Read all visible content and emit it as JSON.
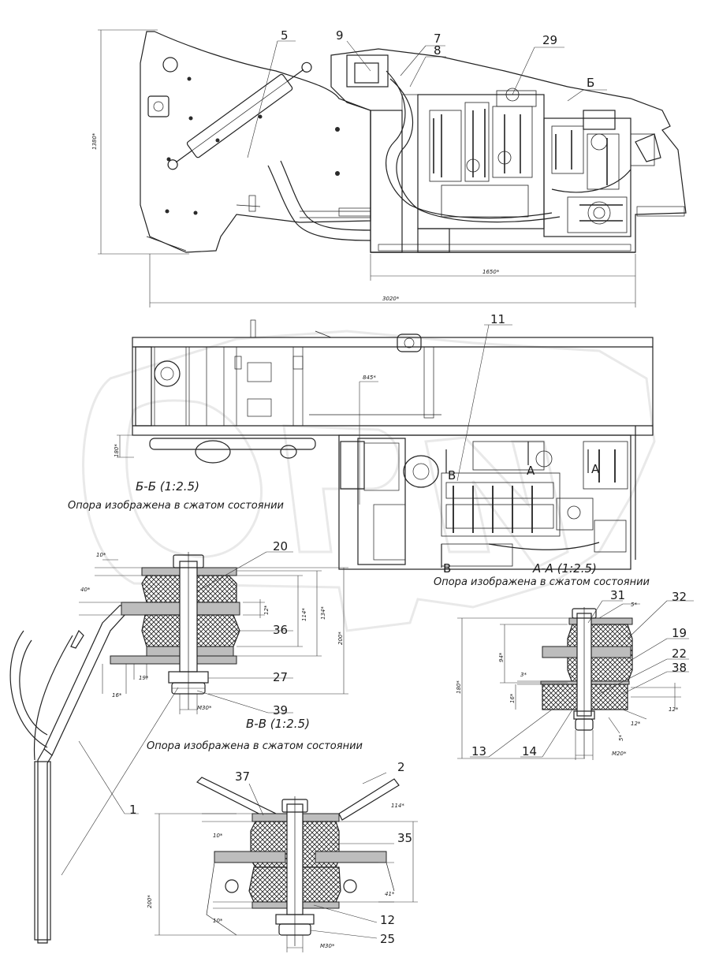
{
  "section_labels": {
    "b": "Б",
    "a1": "А",
    "a2": "А",
    "v1": "В",
    "v2": "В"
  },
  "captions": {
    "bb": "Б-Б (1:2.5)",
    "aa": "А-А (1:2.5)",
    "vv": "В-В (1:2.5)"
  },
  "notes": {
    "bb": "Опора изображена в сжатом состоянии",
    "aa": "Опора изображена в сжатом состоянии",
    "vv": "Опора изображена в сжатом состоянии"
  },
  "callouts": {
    "c5": "5",
    "c9": "9",
    "c7": "7",
    "c8": "8",
    "c29": "29",
    "c11": "11",
    "c20": "20",
    "c36": "36",
    "c27": "27",
    "c39": "39",
    "c31": "31",
    "c32": "32",
    "c19": "19",
    "c22": "22",
    "c38": "38",
    "c13": "13",
    "c14": "14",
    "c1": "1",
    "c37": "37",
    "c2": "2",
    "c35": "35",
    "c12": "12",
    "c25": "25"
  },
  "dimensions": {
    "d1380": "1380*",
    "d1650": "1650*",
    "d3020": "3020*",
    "d845": "845*",
    "d180a": "180*",
    "d10a": "10*",
    "d40": "40*",
    "d12a": "12*",
    "d114a": "114*",
    "d134": "134*",
    "d200a": "200*",
    "d19": "19*",
    "d16a": "16*",
    "dM30a": "M30*",
    "d5": "5*",
    "d94": "94*",
    "d180b": "180*",
    "d3": "3*",
    "d16b": "16*",
    "d12b": "12*",
    "d12c": "12*",
    "d5b": "5*",
    "dM20": "M20*",
    "d114b": "114*",
    "d10b": "10*",
    "d41": "41*",
    "d200b": "200*",
    "d10c": "10*",
    "dM30b": "M30*"
  }
}
